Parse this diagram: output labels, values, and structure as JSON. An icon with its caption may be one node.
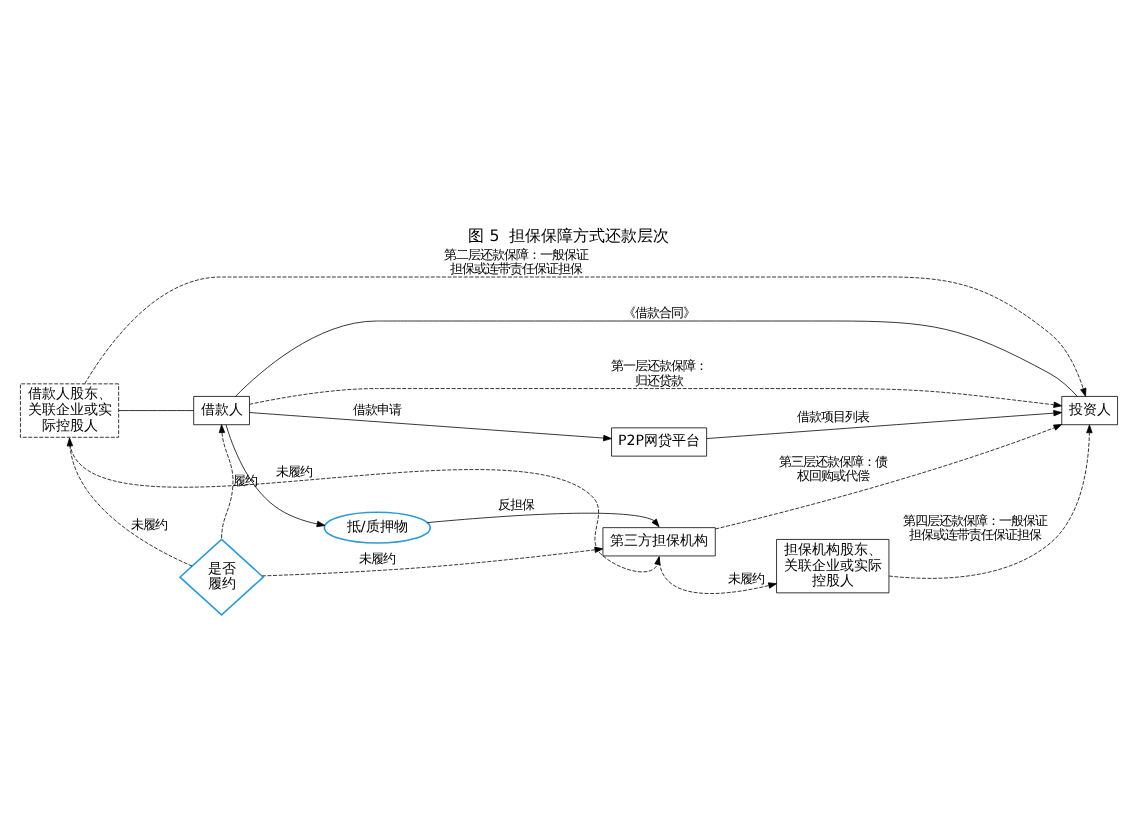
{
  "diagram": {
    "title": "图 5  担保保障方式还款层次",
    "nodes": [
      {
        "text": [
          "借款人股东、关联企业或实际控股人"
        ]
      },
      {
        "text": [
          "借款人"
        ]
      },
      {
        "text": [
          "P2P网贷平台"
        ]
      },
      {
        "text": [
          "投资人"
        ]
      },
      {
        "text": [
          "抵/质押物"
        ]
      },
      {
        "text": [
          "是否履约"
        ]
      },
      {
        "text": [
          "第三方担保机构"
        ]
      },
      {
        "text": [
          "担保机构股东、关联企业或实际控股人"
        ]
      }
    ],
    "edges": [
      {
        "from": 0,
        "to": 1,
        "arrow": "none"
      },
      {
        "from": 0,
        "to": 3,
        "arrow": "to",
        "label": "第二层还款保障：一般保证担保或连带责任保证担保",
        "style": "dashed"
      },
      {
        "from": 0,
        "to": 6,
        "arrow": "to",
        "label": "未履约",
        "style": "dashed"
      },
      {
        "from": 1,
        "to": 2,
        "arrow": "to",
        "label": "借款申请"
      },
      {
        "from": 1,
        "to": 3,
        "arrow": "none",
        "label": "《借款合同》"
      },
      {
        "from": 1,
        "to": 3,
        "arrow": "to",
        "label": "第一层还款保障：归还贷款",
        "style": "dashed"
      },
      {
        "from": 1,
        "to": 4,
        "arrow": "to"
      },
      {
        "from": 2,
        "to": 3,
        "arrow": "to",
        "label": "借款项目列表"
      },
      {
        "from": 4,
        "to": 6,
        "arrow": "to",
        "label": "反担保"
      },
      {
        "from": 5,
        "to": 1,
        "arrow": "to",
        "label": "履约",
        "style": "dashed"
      },
      {
        "from": 5,
        "to": 0,
        "arrow": "to",
        "label": "未履约",
        "style": "dashed"
      },
      {
        "from": 5,
        "to": 6,
        "arrow": "to",
        "label": "未履约",
        "style": "dashed"
      },
      {
        "from": 6,
        "to": 3,
        "arrow": "to",
        "label": "第三层还款保障：债权回购或代偿",
        "style": "dashed"
      },
      {
        "from": 6,
        "to": 7,
        "arrow": "to",
        "label": "未履约",
        "style": "dashed"
      },
      {
        "from": 7,
        "to": 3,
        "arrow": "to",
        "label": "第四层还款保障：一般保证担保或连带责任保证担保",
        "style": "dashed"
      }
    ]
  }
}
